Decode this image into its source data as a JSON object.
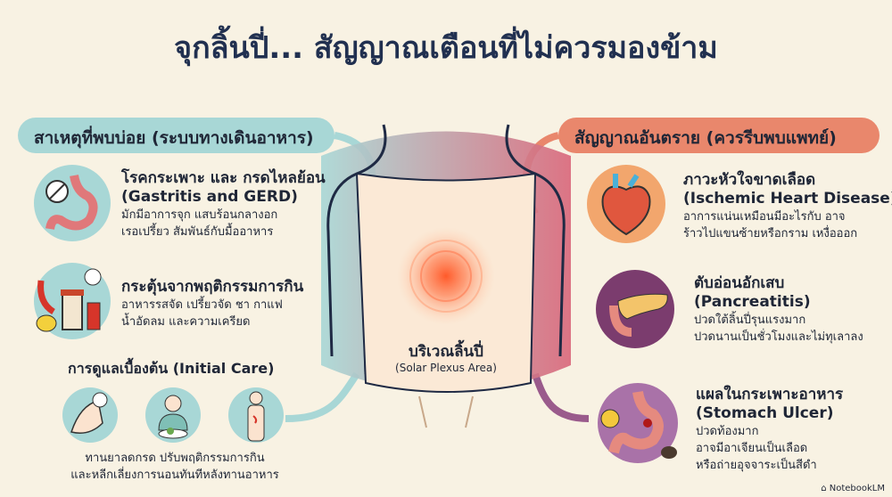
{
  "title": "จุกลิ้นปี่... สัญญาณเตือนที่ไม่ควรมองข้าม",
  "colors": {
    "background": "#f8f2e3",
    "common_causes": "#a8d7d6",
    "danger_signs": "#e9876c",
    "title": "#213050"
  },
  "left": {
    "header": "สาเหตุที่พบบ่อย (ระบบทางเดินอาหาร)",
    "items": [
      {
        "icon": "stomach-icon",
        "title": "โรคกระเพาะ และ กรดไหลย้อน",
        "subtitle": "(Gastritis and GERD)",
        "desc": [
          "มักมีอาการจุก แสบร้อนกลางอก",
          "เรอเปรี้ยว สัมพันธ์กับมื้ออาหาร"
        ]
      },
      {
        "icon": "food-triggers-icon",
        "title": "กระตุ้นจากพฤติกรรมการกิน",
        "desc": [
          "อาหารรสจัด เปรี้ยวจัด ชา กาแฟ",
          "น้ำอัดลม และความเครียด"
        ]
      }
    ],
    "care": {
      "title": "การดูแลเบื้องต้น (Initial Care)",
      "icons": [
        "pill-hand-icon",
        "eating-icon",
        "stomach-pain-person-icon"
      ],
      "desc": [
        "ทานยาลดกรด ปรับพฤติกรรมการกิน",
        "และหลีกเลี่ยงการนอนทันทีหลังทานอาหาร"
      ]
    }
  },
  "center": {
    "label": "บริเวณลิ้นปี่",
    "sublabel": "(Solar Plexus Area)"
  },
  "right": {
    "header": "สัญญาณอันตราย (ควรรีบพบแพทย์)",
    "items": [
      {
        "icon": "heart-icon",
        "title": "ภาวะหัวใจขาดเลือด",
        "subtitle": "(Ischemic Heart Disease)",
        "desc": [
          "อาการแน่นเหมือนมีอะไรกับ อาจ",
          "ร้าวไปแขนซ้ายหรือกราม เหงื่อออก"
        ]
      },
      {
        "icon": "pancreas-icon",
        "title": "ตับอ่อนอักเสบ",
        "subtitle": "(Pancreatitis)",
        "desc": [
          "ปวดใต้ลิ้นปี่รุนแรงมาก",
          "ปวดนานเป็นชั่วโมงและไม่ทุเลาลง"
        ]
      },
      {
        "icon": "ulcer-stomach-icon",
        "title": "แผลในกระเพาะอาหาร",
        "subtitle": "(Stomach Ulcer)",
        "desc": [
          "ปวดท้องมาก",
          "อาจมีอาเจียนเป็นเลือด",
          "หรือถ่ายอุจจาระเป็นสีดำ"
        ]
      }
    ]
  },
  "brand": "NotebookLM"
}
